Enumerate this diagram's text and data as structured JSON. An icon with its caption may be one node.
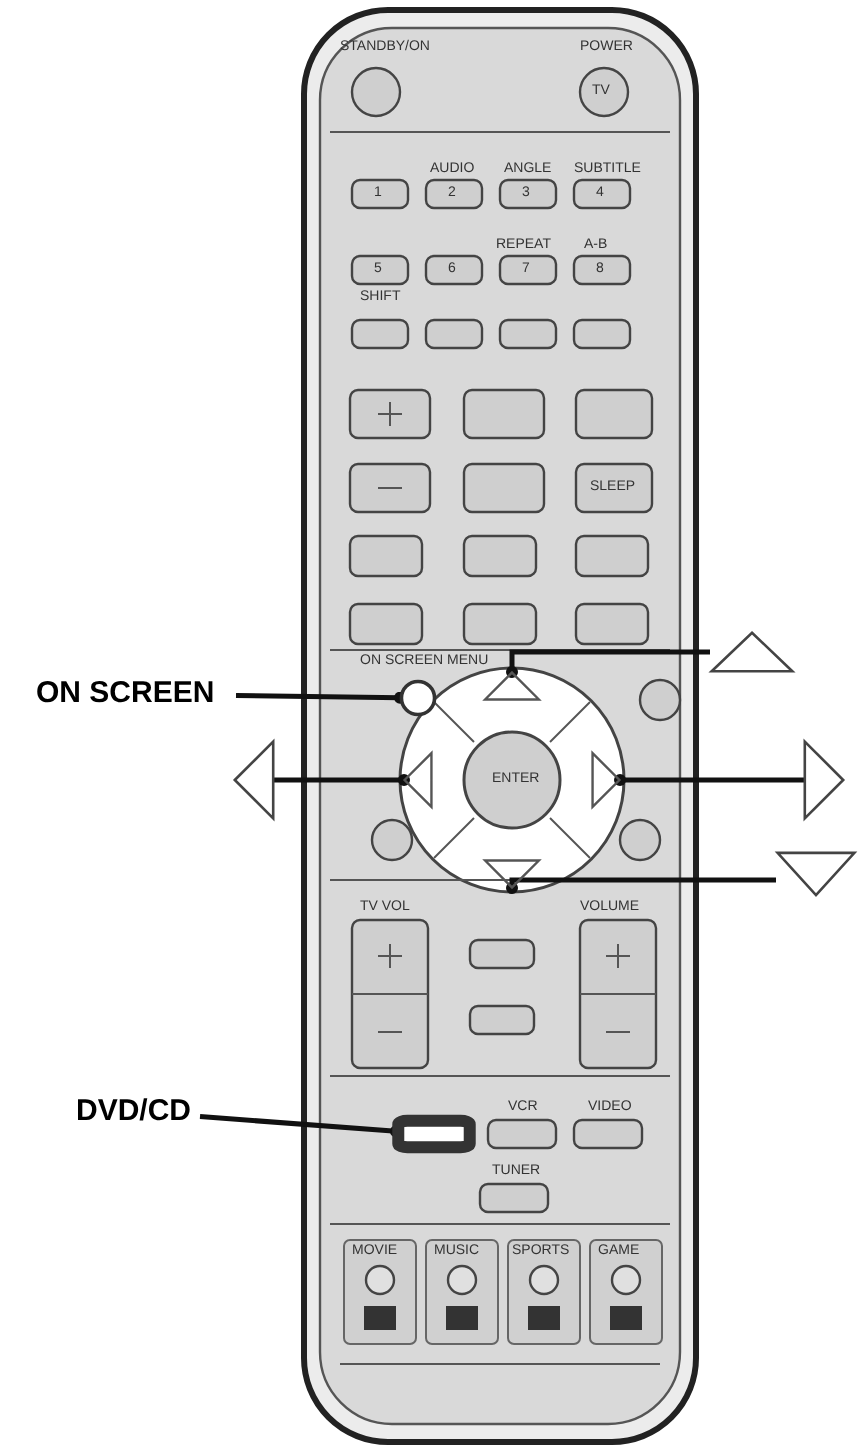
{
  "diagram": {
    "nodes": [
      {
        "text": [
          "ON SCREEN"
        ]
      },
      {
        "text": [],
        "shape": "circle"
      },
      {
        "text": [
          "DVD/CD"
        ]
      },
      {
        "text": [],
        "shape": "box"
      },
      {
        "text": [],
        "shape": "triangle"
      },
      {
        "text": [],
        "shape": "button"
      },
      {
        "text": [],
        "shape": "triangle"
      },
      {
        "text": [],
        "shape": "button"
      },
      {
        "text": [],
        "shape": "triangle"
      },
      {
        "text": [],
        "shape": "button"
      },
      {
        "text": [],
        "shape": "triangle"
      },
      {
        "text": [],
        "shape": "button"
      }
    ],
    "edges": [
      {
        "from": 0,
        "to": 1,
        "arrow": "other"
      },
      {
        "from": 4,
        "to": 5,
        "arrow": "other"
      },
      {
        "from": 6,
        "to": 7,
        "arrow": "other"
      },
      {
        "from": 8,
        "to": 9,
        "arrow": "other"
      },
      {
        "from": 10,
        "to": 11,
        "arrow": "other"
      },
      {
        "from": 2,
        "to": 3,
        "arrow": "other"
      }
    ],
    "labels": [
      "STANDBY/ON",
      "POWER",
      "TV",
      "AUDIO",
      "ANGLE",
      "SUBTITLE",
      "1",
      "2",
      "3",
      "4",
      "REPEAT",
      "A-B",
      "5",
      "6",
      "7",
      "8",
      "SHIFT",
      "SLEEP",
      "ON SCREEN MENU",
      "ENTER",
      "TV VOL",
      "VOLUME",
      "VCR",
      "VIDEO",
      "TUNER",
      "MOVIE",
      "MUSIC",
      "SPORTS",
      "GAME"
    ]
  }
}
